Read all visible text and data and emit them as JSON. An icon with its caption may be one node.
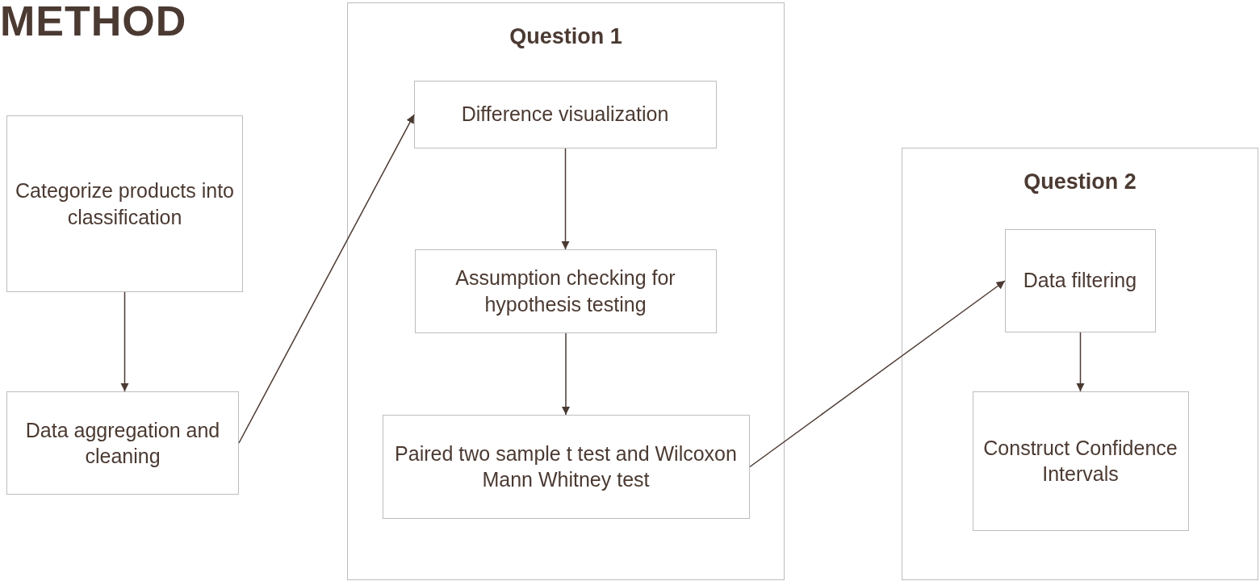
{
  "diagram": {
    "title": "METHOD",
    "nodes": [
      {
        "text": [
          "Categorize products into classification"
        ]
      },
      {
        "text": [
          "Data aggregation and cleaning"
        ]
      },
      {
        "text": [
          "Question 1"
        ]
      },
      {
        "text": [
          "Difference visualization"
        ],
        "in": 2
      },
      {
        "text": [
          "Assumption checking for hypothesis testing"
        ],
        "in": 2
      },
      {
        "text": [
          "Paired two sample t test and Wilcoxon Mann Whitney test"
        ],
        "in": 2
      },
      {
        "text": [
          "Question 2"
        ]
      },
      {
        "text": [
          "Data filtering"
        ],
        "in": 6
      },
      {
        "text": [
          "Construct Confidence Intervals"
        ],
        "in": 6
      }
    ],
    "edges": [
      {
        "from": 0,
        "to": 1,
        "arrow": "to"
      },
      {
        "from": 1,
        "to": 3,
        "arrow": "to"
      },
      {
        "from": 3,
        "to": 4,
        "arrow": "to"
      },
      {
        "from": 4,
        "to": 5,
        "arrow": "to"
      },
      {
        "from": 5,
        "to": 7,
        "arrow": "to"
      },
      {
        "from": 7,
        "to": 8,
        "arrow": "to"
      }
    ]
  }
}
